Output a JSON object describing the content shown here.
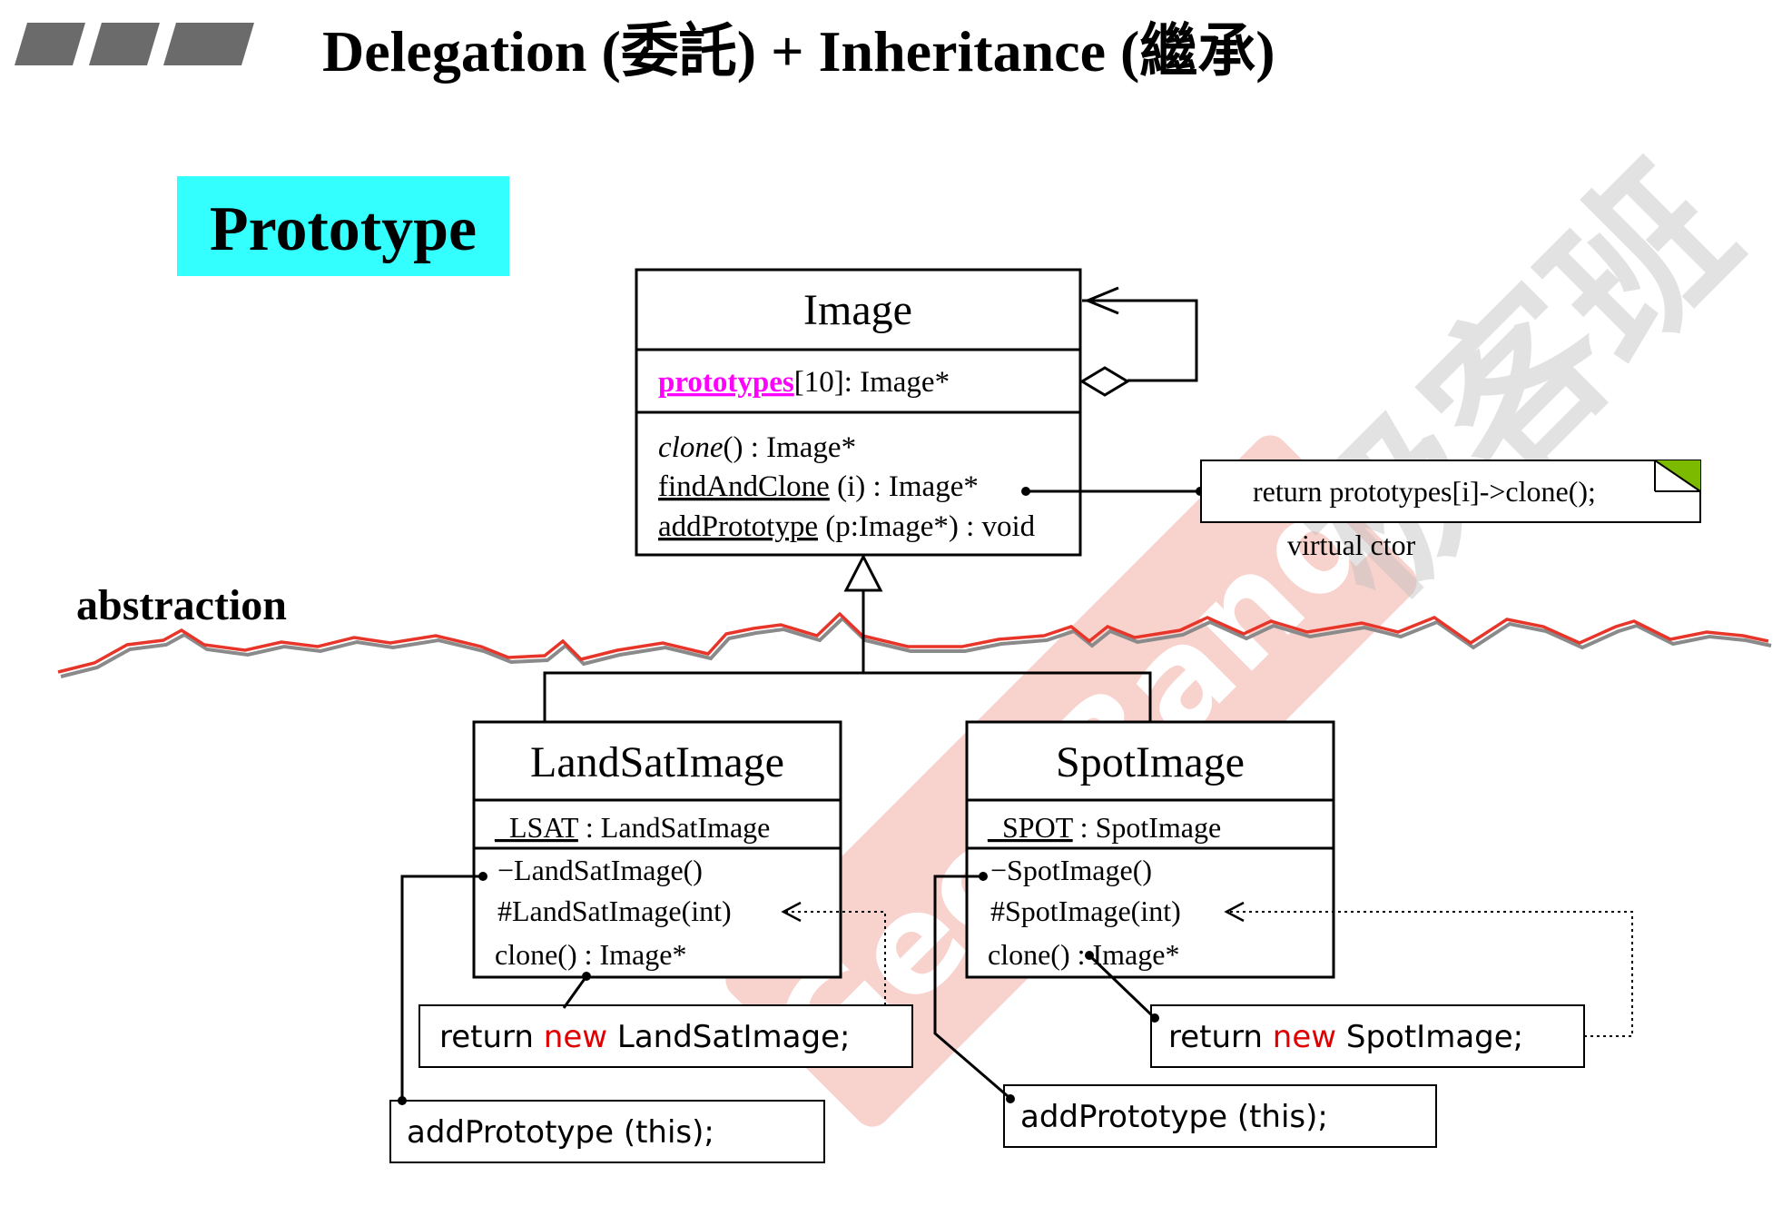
{
  "header": {
    "title": "Delegation (委託) + Inheritance (繼承)"
  },
  "pattern_label": "Prototype",
  "abstraction_label": "abstraction",
  "image_class": {
    "name": "Image",
    "attribute_name": "prototypes",
    "attribute_rest": "[10]: Image*",
    "method_clone_name": "clone",
    "method_clone_rest": "() : Image*",
    "method_find_name": "findAndClone",
    "method_find_rest": " (i) : Image*",
    "method_add_name": "addPrototype",
    "method_add_rest": " (p:Image*) : void"
  },
  "note_return": "return prototypes[i]->clone();",
  "note_virtual_ctor": "virtual ctor",
  "landsat_class": {
    "name": "LandSatImage",
    "attribute_name": "_LSAT",
    "attribute_rest": " : LandSatImage",
    "ctor_private": "−LandSatImage()",
    "ctor_protected": "#LandSatImage(int)",
    "clone": "clone() : Image*"
  },
  "spot_class": {
    "name": "SpotImage",
    "attribute_name": "_SPOT",
    "attribute_rest": " : SpotImage",
    "ctor_private": "−SpotImage()",
    "ctor_protected": "#SpotImage(int)",
    "clone": "clone() : Image*"
  },
  "code_boxes": {
    "landsat_return_prefix": "return ",
    "landsat_return_keyword": "new",
    "landsat_return_suffix": " LandSatImage;",
    "landsat_add": "addPrototype (this);",
    "spot_return_prefix": "return ",
    "spot_return_keyword": "new",
    "spot_return_suffix": " SpotImage;",
    "spot_add": "addPrototype (this);"
  },
  "watermark": {
    "text_left": "GeekBand",
    "text_right": "极客班"
  },
  "colors": {
    "prototype_bg": "#33ffff",
    "attribute_highlight": "#ff00ff",
    "keyword_red": "#e00000",
    "wave_red": "#e8352a",
    "wave_shadow": "#8a8a8a",
    "note_corner": "#7cba00",
    "header_bars": "#6b6b6b"
  }
}
